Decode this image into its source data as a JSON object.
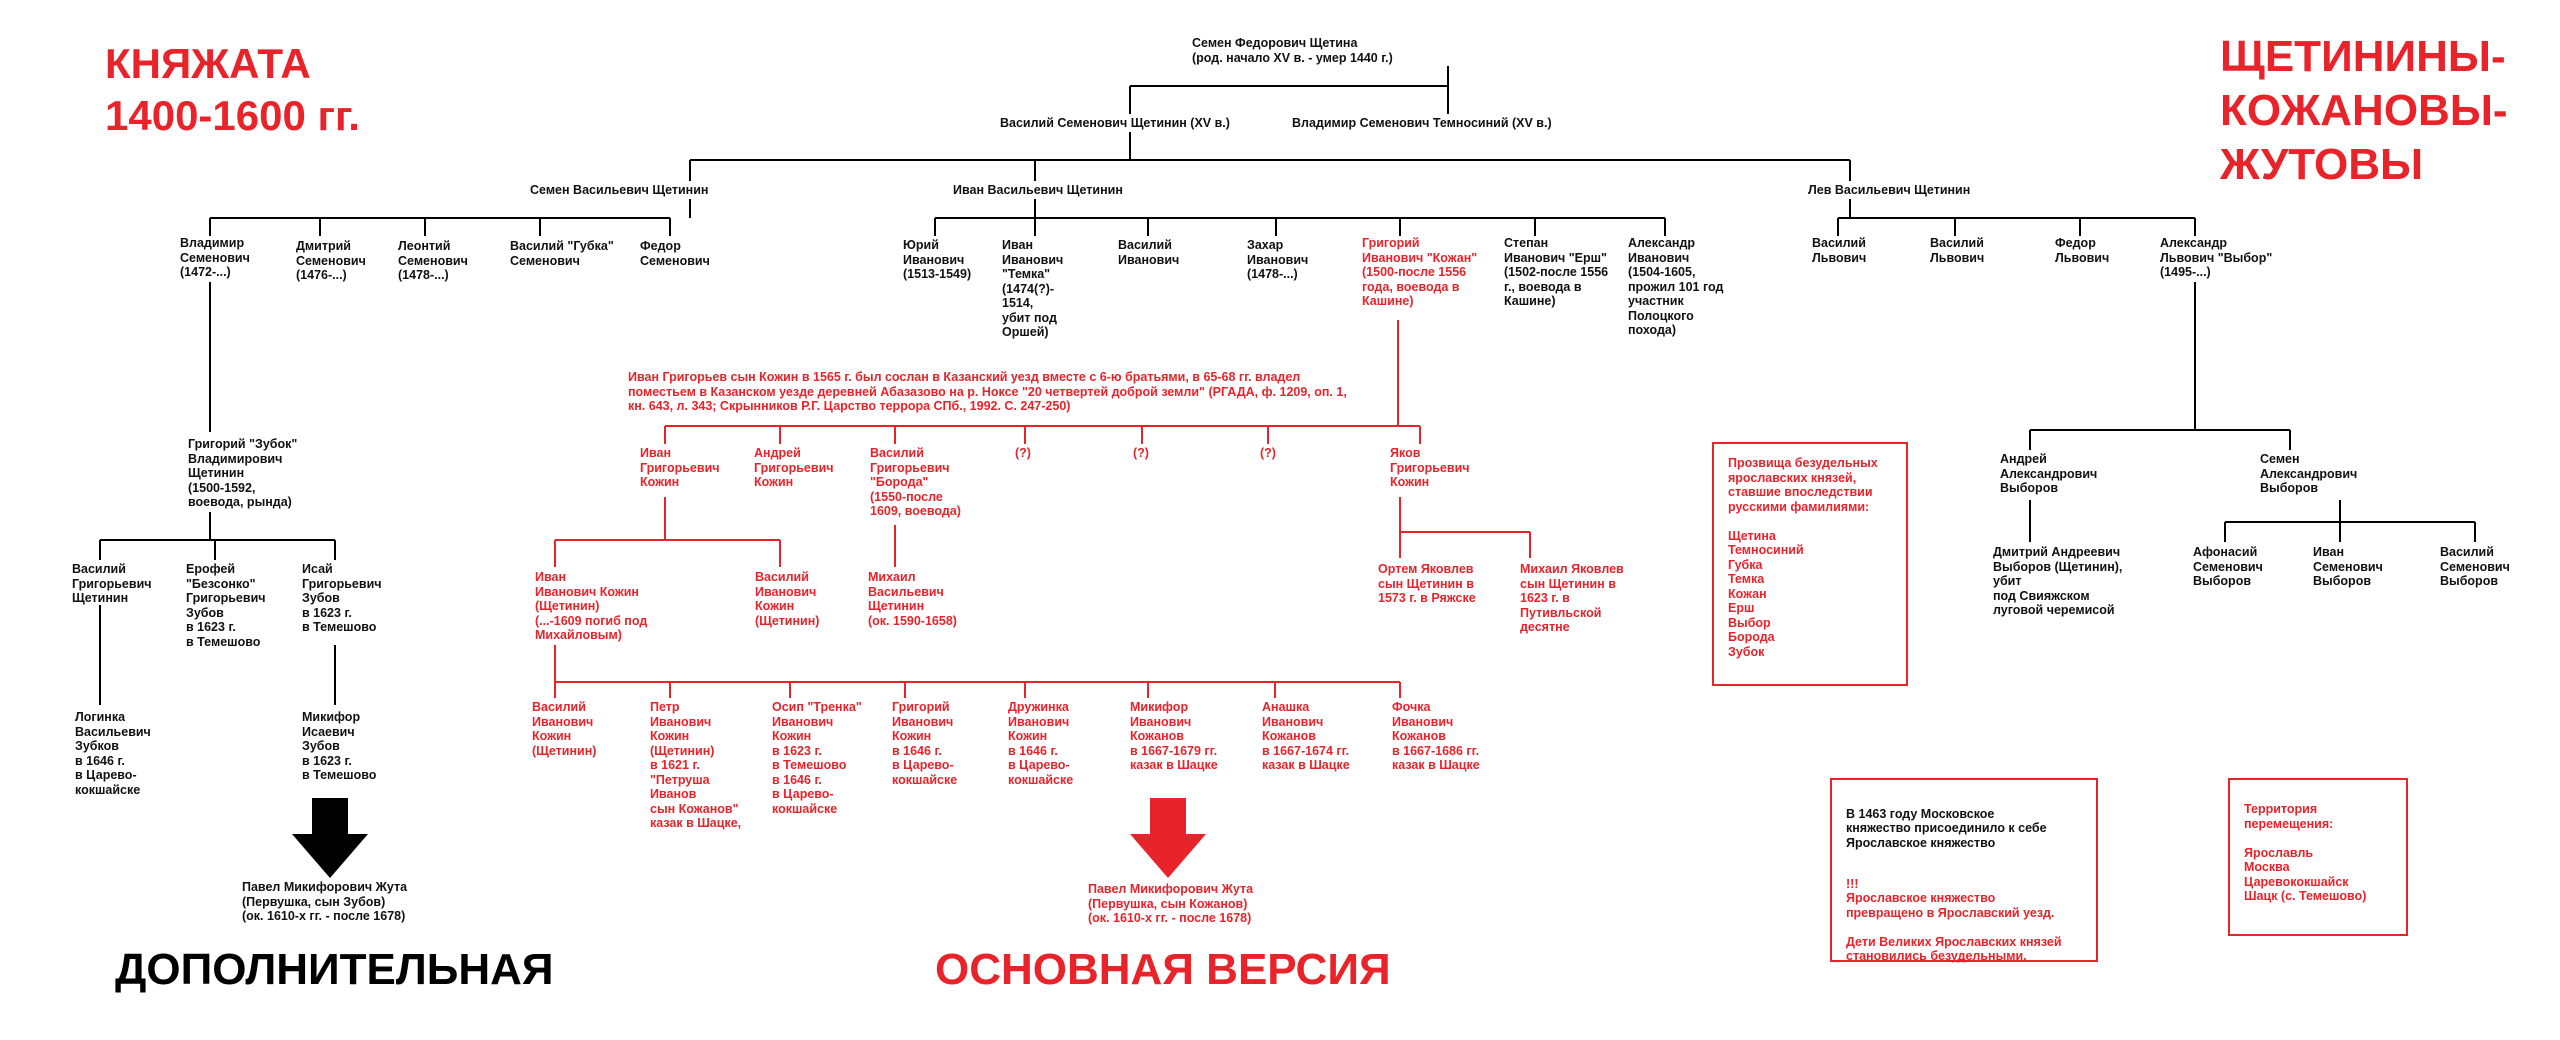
{
  "headings": {
    "left": "КНЯЖАТА\n1400-1600 гг.",
    "right": "ЩЕТИНИНЫ-\nКОЖАНОВЫ-\nЖУТОВЫ",
    "additional": "ДОПОЛНИТЕЛЬНАЯ",
    "main": "ОСНОВНАЯ ВЕРСИЯ"
  },
  "colors": {
    "red": "#e8232a",
    "black": "#000000"
  },
  "people": {
    "semen_fedorovich": "Семен Федорович Щетина\n(род. начало XV в. - умер 1440 г.)",
    "vasily_semenovich": "Василий Семенович Щетинин (XV в.)",
    "vladimir_temnosiny": "Владимир Семенович Темносиний (XV в.)",
    "semen_vasilievich": "Семен Васильевич Щетинин",
    "ivan_vasilievich": "Иван Васильевич Щетинин",
    "lev_vasilievich": "Лев Васильевич Щетинин",
    "vladimir_semenovich": "Владимир\nСеменович\n(1472-...)",
    "dmitry_semenovich": "Дмитрий\nСеменович\n(1476-...)",
    "leonty_semenovich": "Леонтий\nСеменович\n(1478-...)",
    "vasily_gubka": "Василий \"Губка\"\nСеменович",
    "fedor_semenovich": "Федор\nСеменович",
    "yury_ivanovich": "Юрий\nИванович\n(1513-1549)",
    "ivan_temka": "Иван\nИванович\n\"Темка\"\n(1474(?)-\n1514,\nубит под\nОршей)",
    "vasily_ivanovich": "Василий\nИванович",
    "zakhar_ivanovich": "Захар\nИванович\n(1478-...)",
    "grigory_kozhan": "Григорий\nИванович \"Кожан\"\n(1500-после 1556\nгода, воевода в\nКашине)",
    "stepan_ersh": "Степан\nИванович \"Ерш\"\n(1502-после 1556\nг., воевода в\nКашине)",
    "alexander_ivanovich": "Александр\nИванович\n(1504-1605,\nпрожил 101 год\nучастник\nПолоцкого\nпохода)",
    "vasily_lvovich": "Василий\nЛьвович",
    "vasily_lvovich_2": "Василий\nЛьвович",
    "fedor_lvovich": "Федор\nЛьвович",
    "alexander_vybor": "Александр\nЛьвович \"Выбор\"\n(1495-...)",
    "grigory_zubok": "Григорий \"Зубок\"\nВладимирович\nЩетинин\n(1500-1592,\nвоевода, рында)",
    "vasily_grigorievich_shch": "Василий\nГригорьевич\nЩетинин",
    "erofey_bezsonko": "Ерофей\n\"Безсонко\"\nГригорьевич\nЗубов\nв 1623 г.\nв Темешово",
    "isay_grigorievich": "Исай\nГригорьевич\nЗубов\nв 1623 г.\nв Темешово",
    "loginka": "Логинка\nВасильевич\nЗубков\nв 1646 г.\nв Царево-\nкокшайске",
    "mikifor_isaevich": "Микифор\nИсаевич\nЗубов\nв 1623 г.\nв Темешово",
    "pavel_zubov": "Павел Микифорович Жута\n(Первушка, сын Зубов)\n(ок. 1610-х гг. - после 1678)",
    "ivan_kozhin_note": "Иван Григорьев сын Кожин в 1565 г. был сослан в Казанский уезд вместе с 6-ю братьями, в 65-68 гг. владел\nпоместьем в Казанском уезде деревней Абазазово на р. Ноксе \"20 четвертей доброй земли\" (РГАДА, ф. 1209, оп. 1,\nкн. 643, л. 343; Скрынников Р.Г. Царство террора СПб., 1992. С. 247-250)",
    "ivan_grigorievich_kozhin": "Иван\nГригорьевич\nКожин",
    "andrey_grigorievich_kozhin": "Андрей\nГригорьевич\nКожин",
    "vasily_boroda": "Василий\nГригорьевич\n\"Борода\"\n(1550-после\n1609, воевода)",
    "unknown_1": "(?)",
    "unknown_2": "(?)",
    "unknown_3": "(?)",
    "yakov_grigorievich_kozhin": "Яков\nГригорьевич\nКожин",
    "ivan_ivanovich_kozhin": "Иван\nИванович Кожин\n(Щетинин)\n(...-1609 погиб под\nМихайловым)",
    "vasily_ivanovich_kozhin_a": "Василий\nИванович\nКожин\n(Щетинин)",
    "mikhail_vasilievich": "Михаил\nВасильевич\nЩетинин\n(ок. 1590-1658)",
    "ortem_yakovlev": "Ортем Яковлев\nсын Щетинин в\n1573 г. в Ряжске",
    "mikhail_yakovlev": "Михаил Яковлев\nсын Щетинин в\n1623 г. в\nПутивльской\nдесятне",
    "vasily_ivanovich_kozhin_b": "Василий\nИванович\nКожин\n(Щетинин)",
    "petr_ivanovich": "Петр\nИванович\nКожин\n(Щетинин)\nв 1621 г.\n\"Петруша\nИванов\nсын Кожанов\"\nказак в Шацке,",
    "osip_trenka": "Осип \"Тренка\"\nИванович\nКожин\nв 1623 г.\nв Темешово\nв 1646 г.\nв Царево-\nкокшайске",
    "grigory_ivanovich_kozhin": "Григорий\nИванович\nКожин\nв 1646 г.\nв Царево-\nкокшайске",
    "druzhinka": "Дружинка\nИванович\nКожин\nв 1646 г.\nв Царево-\nкокшайске",
    "mikifor_ivanovich": "Микифор\nИванович\nКожанов\nв 1667-1679 гг.\nказак в Шацке",
    "anashka": "Анашка\nИванович\nКожанов\nв 1667-1674 гг.\nказак в Шацке",
    "fochka": "Фочка\nИванович\nКожанов\nв 1667-1686 гг.\nказак в Шацке",
    "pavel_kozhanov": "Павел Микифорович Жута\n(Первушка, сын Кожанов)\n(ок. 1610-х гг. - после 1678)",
    "andrey_alexandrovich": "Андрей\nАлександрович\nВыборов",
    "semen_alexandrovich": "Семен\nАлександрович\nВыборов",
    "dmitry_andreevich": "Дмитрий Андреевич\nВыборов (Щетинин),\nубит\nпод Свияжском\nлуговой черемисой",
    "afonasy": "Афонасий\nСеменович\nВыборов",
    "ivan_semenovich": "Иван\nСеменович\nВыборов",
    "vasily_semenovich_vyb": "Василий\nСеменович\nВыборов"
  },
  "boxes": {
    "nicknames": "Прозвища безудельных\nярославских князей,\nставшие впоследствии\nрусскими фамилиями:\n\nЩетина\nТемносиний\nГубка\nТемка\nКожан\nЕрш\nВыбор\nБорода\nЗубок",
    "history_title": "В 1463 году Московское\nкняжество присоединило к себе\nЯрославское княжество",
    "history_body": "!!!\nЯрославское княжество\nпревращено в Ярославский уезд.\n\nДети Великих Ярославских князей\nстановились безудельными.",
    "territory": "Территория\nперемещения:\n\nЯрославль\nМосква\nЦаревококшайск\nШацк (с. Темешово)"
  },
  "icons": {
    "black_arrow": "down-arrow-icon",
    "red_arrow": "down-arrow-icon"
  }
}
